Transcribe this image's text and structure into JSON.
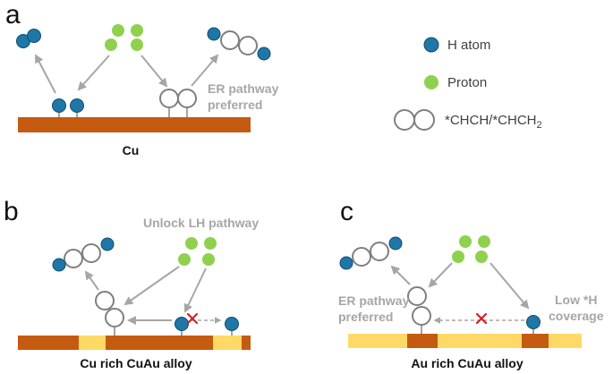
{
  "panels": {
    "a": {
      "letter": "a",
      "caption": "Cu",
      "note_line1": "ER pathway",
      "note_line2": "preferred"
    },
    "b": {
      "letter": "b",
      "caption": "Cu rich CuAu alloy",
      "note": "Unlock LH pathway"
    },
    "c": {
      "letter": "c",
      "caption": "Au rich CuAu alloy",
      "note_left_line1": "ER pathway",
      "note_left_line2": "preferred",
      "note_right_line1": "Low *H",
      "note_right_line2": "coverage"
    }
  },
  "legend": {
    "h_atom": "H atom",
    "proton": "Proton",
    "intermediate_main": "*CHCH/*CHCH",
    "intermediate_sub": "2"
  },
  "colors": {
    "cu_surface": "#c55a11",
    "au_surface": "#ffd966",
    "h_atom": "#1f77a8",
    "proton": "#8fd14f",
    "arrow": "#a6a6a6",
    "blocked_mark": "#d62020"
  }
}
